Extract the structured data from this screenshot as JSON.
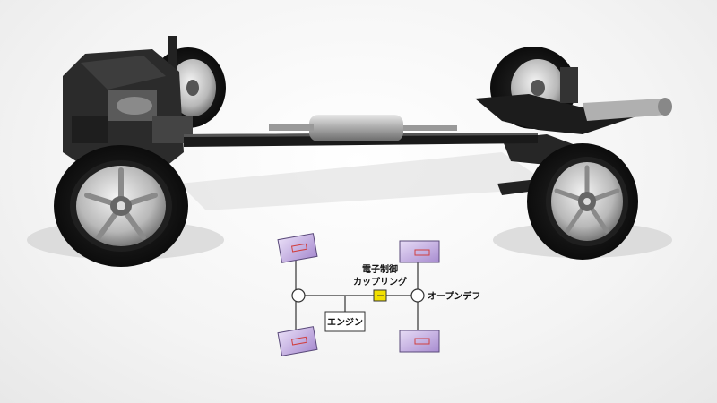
{
  "diagram": {
    "labels": {
      "coupling_line1": "電子制御",
      "coupling_line2": "カップリング",
      "open_diff": "オープンデフ",
      "engine": "エンジン"
    },
    "colors": {
      "wheel_fill": "#c9b6e6",
      "wheel_stroke": "#5a4a7a",
      "coupling_fill": "#f2e000",
      "line": "#333333",
      "accent_red": "#d04040"
    }
  }
}
